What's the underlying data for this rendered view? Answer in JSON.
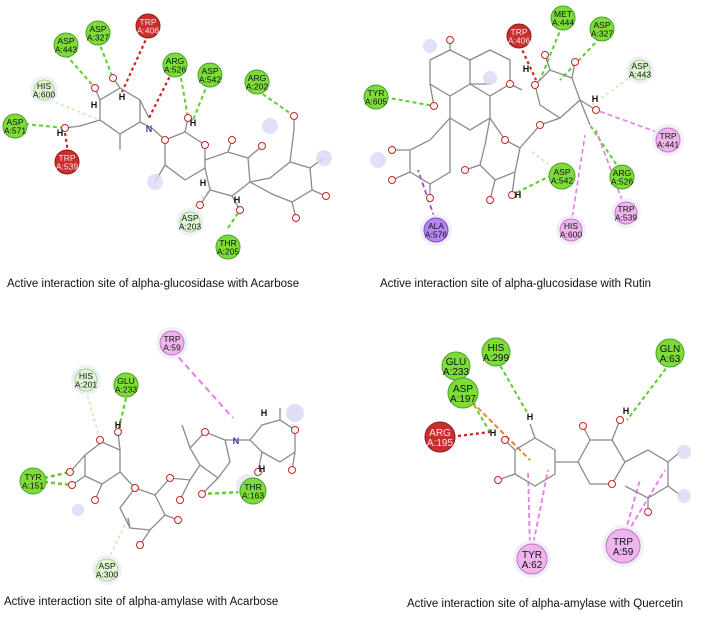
{
  "panels": [
    {
      "id": "tl",
      "caption": "Active interaction site of alpha-glucosidase with Acarbose",
      "residues": [
        {
          "line1": "TRP",
          "line2": "A:406",
          "kind": "red"
        },
        {
          "line1": "ASP",
          "line2": "A:327",
          "kind": "green"
        },
        {
          "line1": "ASP",
          "line2": "A:443",
          "kind": "green"
        },
        {
          "line1": "HIS",
          "line2": "A:600",
          "kind": "lightgreen"
        },
        {
          "line1": "ARG",
          "line2": "A:526",
          "kind": "green"
        },
        {
          "line1": "ASP",
          "line2": "A:542",
          "kind": "green"
        },
        {
          "line1": "ARG",
          "line2": "A:202",
          "kind": "green"
        },
        {
          "line1": "ASP",
          "line2": "A:571",
          "kind": "green"
        },
        {
          "line1": "TRP",
          "line2": "A:539",
          "kind": "red"
        },
        {
          "line1": "ASP",
          "line2": "A:203",
          "kind": "lightgreen"
        },
        {
          "line1": "THR",
          "line2": "A:205",
          "kind": "green"
        }
      ]
    },
    {
      "id": "tr",
      "caption": "Active interaction site of alpha-glucosidase with Rutin",
      "residues": [
        {
          "line1": "MET",
          "line2": "A:444",
          "kind": "green"
        },
        {
          "line1": "TRP",
          "line2": "A:406",
          "kind": "red"
        },
        {
          "line1": "ASP",
          "line2": "A:327",
          "kind": "green"
        },
        {
          "line1": "ASP",
          "line2": "A:443",
          "kind": "lightgreen"
        },
        {
          "line1": "TYR",
          "line2": "A:605",
          "kind": "green"
        },
        {
          "line1": "TRP",
          "line2": "A:441",
          "kind": "pink"
        },
        {
          "line1": "ARG",
          "line2": "A:526",
          "kind": "green"
        },
        {
          "line1": "ASP",
          "line2": "A:542",
          "kind": "green"
        },
        {
          "line1": "ALA",
          "line2": "A:576",
          "kind": "purple"
        },
        {
          "line1": "HIS",
          "line2": "A:600",
          "kind": "pink"
        },
        {
          "line1": "TRP",
          "line2": "A:539",
          "kind": "pink"
        }
      ]
    },
    {
      "id": "bl",
      "caption": "Active interaction site of alpha-amylase with Acarbose",
      "residues": [
        {
          "line1": "TRP",
          "line2": "A:59",
          "kind": "pink"
        },
        {
          "line1": "HIS",
          "line2": "A:201",
          "kind": "lightgreen"
        },
        {
          "line1": "GLU",
          "line2": "A:233",
          "kind": "green"
        },
        {
          "line1": "TYR",
          "line2": "A:151",
          "kind": "green"
        },
        {
          "line1": "THR",
          "line2": "A:163",
          "kind": "green"
        },
        {
          "line1": "ASP",
          "line2": "A:300",
          "kind": "lightgreen"
        }
      ]
    },
    {
      "id": "br",
      "caption": "Active interaction site of alpha-amylase with Quercetin",
      "residues": [
        {
          "line1": "HIS",
          "line2": "A:299",
          "kind": "green"
        },
        {
          "line1": "GLU",
          "line2": "A:233",
          "kind": "green"
        },
        {
          "line1": "GLN",
          "line2": "A:63",
          "kind": "green"
        },
        {
          "line1": "ASP",
          "line2": "A:197",
          "kind": "green"
        },
        {
          "line1": "ARG",
          "line2": "A:195",
          "kind": "red"
        },
        {
          "line1": "TYR",
          "line2": "A:62",
          "kind": "pink"
        },
        {
          "line1": "TRP",
          "line2": "A:59",
          "kind": "pink"
        }
      ]
    }
  ],
  "atom_labels": {
    "hydrogen": "H",
    "nitrogen": "N"
  },
  "colors": {
    "green": "#7ddc3a",
    "green_stroke": "#4aa324",
    "lightgreen": "#e2f6d4",
    "lightgreen_stroke": "#9fd68a",
    "red": "#c9302c",
    "red_stroke": "#8e1c1a",
    "pink": "#eeb4ec",
    "pink_stroke": "#c475c4",
    "purple": "#b685f0",
    "purple_stroke": "#7e4ac4",
    "hbond": "#5ccf2a",
    "carbon_hbond": "#bfeeb0",
    "unfavorable": "#d42020",
    "pi_alkyl": "#e87ce8",
    "pi_sigma": "#a24bd6",
    "pi_anion": "#e08a1e"
  }
}
